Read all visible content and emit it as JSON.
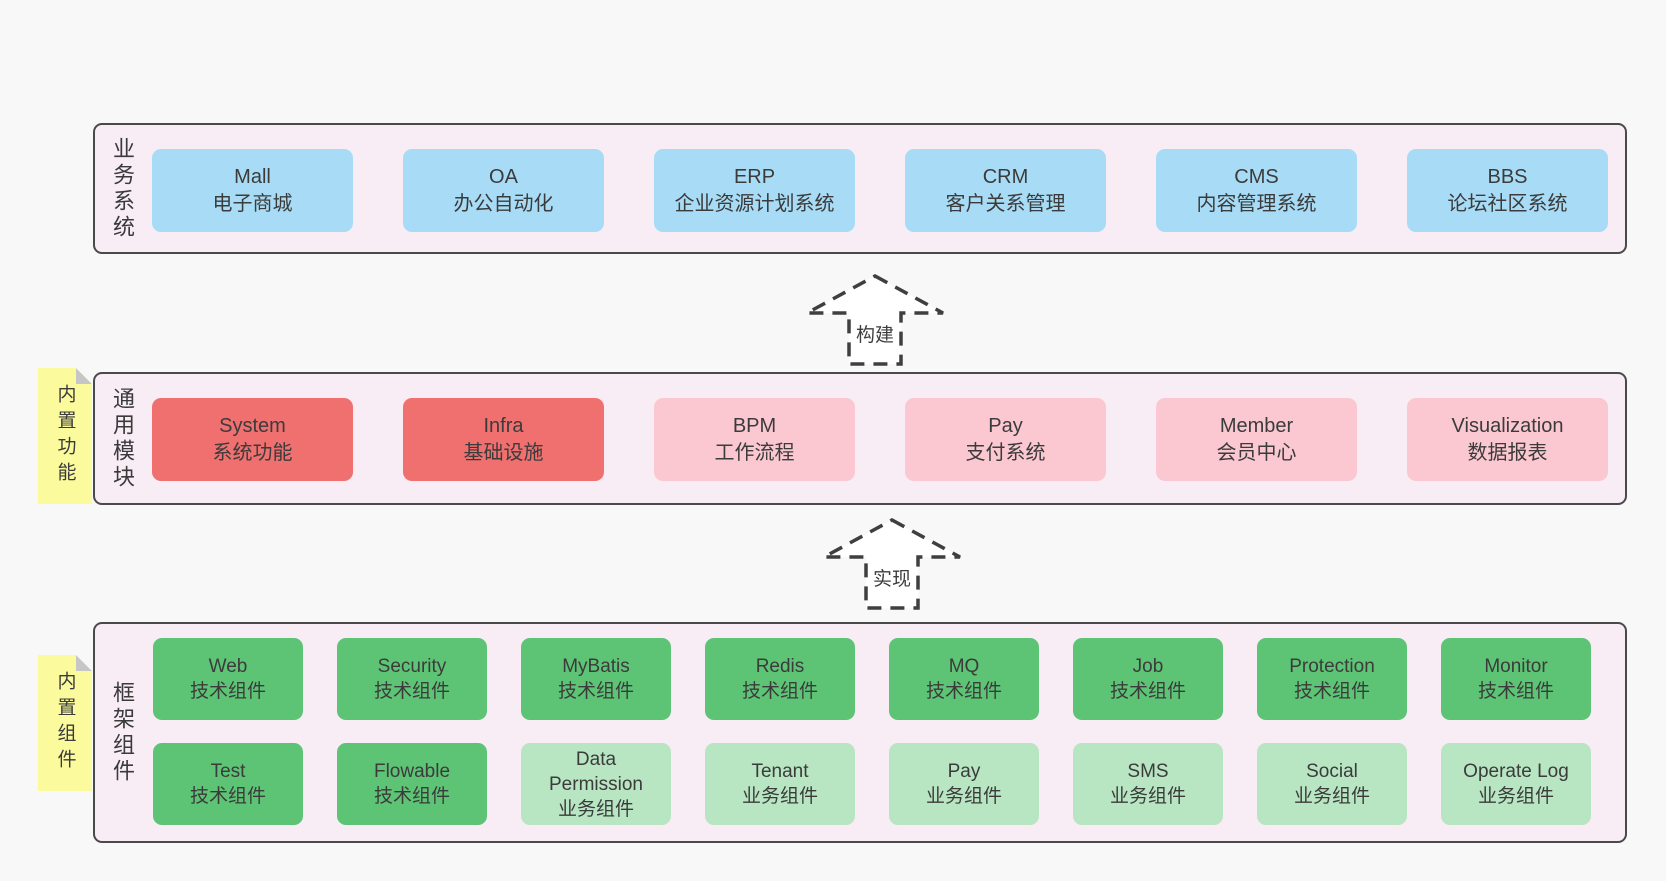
{
  "colors": {
    "c-bg": "#f8f8f8",
    "c-container": "#f8edf5",
    "c-border": "#4a4a4a",
    "c-text": "#3a3a3a",
    "c-blue": "#a8dcf6",
    "c-red": "#f06f6f",
    "c-pink": "#fbc8d2",
    "c-green": "#5ec475",
    "c-lightgreen": "#b8e6c3",
    "c-note": "#fbfb9e",
    "c-fold": "#c6c6c6",
    "c-arrow": "#3f3f3f"
  },
  "arrows": [
    {
      "label": "构建"
    },
    {
      "label": "实现"
    }
  ],
  "tiers": [
    {
      "label": "业务系统",
      "rows": [
        [
          {
            "title": "Mall",
            "subtitle": "电子商城",
            "variant": "blue"
          },
          {
            "title": "OA",
            "subtitle": "办公自动化",
            "variant": "blue"
          },
          {
            "title": "ERP",
            "subtitle": "企业资源计划系统",
            "variant": "blue"
          },
          {
            "title": "CRM",
            "subtitle": "客户关系管理",
            "variant": "blue"
          },
          {
            "title": "CMS",
            "subtitle": "内容管理系统",
            "variant": "blue"
          },
          {
            "title": "BBS",
            "subtitle": "论坛社区系统",
            "variant": "blue"
          }
        ]
      ]
    },
    {
      "label": "通用模块",
      "note": "内置功能",
      "rows": [
        [
          {
            "title": "System",
            "subtitle": "系统功能",
            "variant": "red"
          },
          {
            "title": "Infra",
            "subtitle": "基础设施",
            "variant": "red"
          },
          {
            "title": "BPM",
            "subtitle": "工作流程",
            "variant": "pink"
          },
          {
            "title": "Pay",
            "subtitle": "支付系统",
            "variant": "pink"
          },
          {
            "title": "Member",
            "subtitle": "会员中心",
            "variant": "pink"
          },
          {
            "title": "Visualization",
            "subtitle": "数据报表",
            "variant": "pink"
          }
        ]
      ]
    },
    {
      "label": "框架组件",
      "note": "内置组件",
      "rows": [
        [
          {
            "title": "Web",
            "subtitle": "技术组件",
            "variant": "green"
          },
          {
            "title": "Security",
            "subtitle": "技术组件",
            "variant": "green"
          },
          {
            "title": "MyBatis",
            "subtitle": "技术组件",
            "variant": "green"
          },
          {
            "title": "Redis",
            "subtitle": "技术组件",
            "variant": "green"
          },
          {
            "title": "MQ",
            "subtitle": "技术组件",
            "variant": "green"
          },
          {
            "title": "Job",
            "subtitle": "技术组件",
            "variant": "green"
          },
          {
            "title": "Protection",
            "subtitle": "技术组件",
            "variant": "green"
          },
          {
            "title": "Monitor",
            "subtitle": "技术组件",
            "variant": "green"
          }
        ],
        [
          {
            "title": "Test",
            "subtitle": "技术组件",
            "variant": "green"
          },
          {
            "title": "Flowable",
            "subtitle": "技术组件",
            "variant": "green"
          },
          {
            "title": "Data Permission",
            "subtitle": "业务组件",
            "variant": "lightgreen"
          },
          {
            "title": "Tenant",
            "subtitle": "业务组件",
            "variant": "lightgreen"
          },
          {
            "title": "Pay",
            "subtitle": "业务组件",
            "variant": "lightgreen"
          },
          {
            "title": "SMS",
            "subtitle": "业务组件",
            "variant": "lightgreen"
          },
          {
            "title": "Social",
            "subtitle": "业务组件",
            "variant": "lightgreen"
          },
          {
            "title": "Operate Log",
            "subtitle": "业务组件",
            "variant": "lightgreen"
          }
        ]
      ]
    }
  ]
}
